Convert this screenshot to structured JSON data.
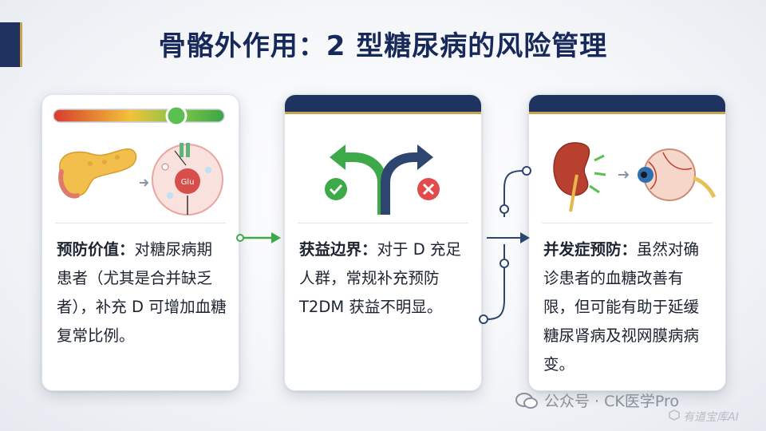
{
  "title": "骨骼外作用：2 型糖尿病的风险管理",
  "cards": [
    {
      "lead": "预防价值：",
      "body": "对糖尿病期患者（尤其是合并缺乏者），补充 D 可增加血糖复常比例。",
      "illus": {
        "cell_label": "Glu"
      }
    },
    {
      "lead": "获益边界：",
      "body": "对于 D 充足人群，常规补充预防 T2DM 获益不明显。"
    },
    {
      "lead": "并发症预防：",
      "body": "虽然对确诊患者的血糖改善有限，但可能有助于延缓糖尿肾病及视网膜病病变。"
    }
  ],
  "watermark": {
    "text": "公众号 · CK医学Pro"
  },
  "watermark2": {
    "text": "有道宝库AI"
  },
  "colors": {
    "navy": "#1f3361",
    "gold": "#c9a34e",
    "green": "#3daa4a",
    "red": "#e14b4b"
  }
}
